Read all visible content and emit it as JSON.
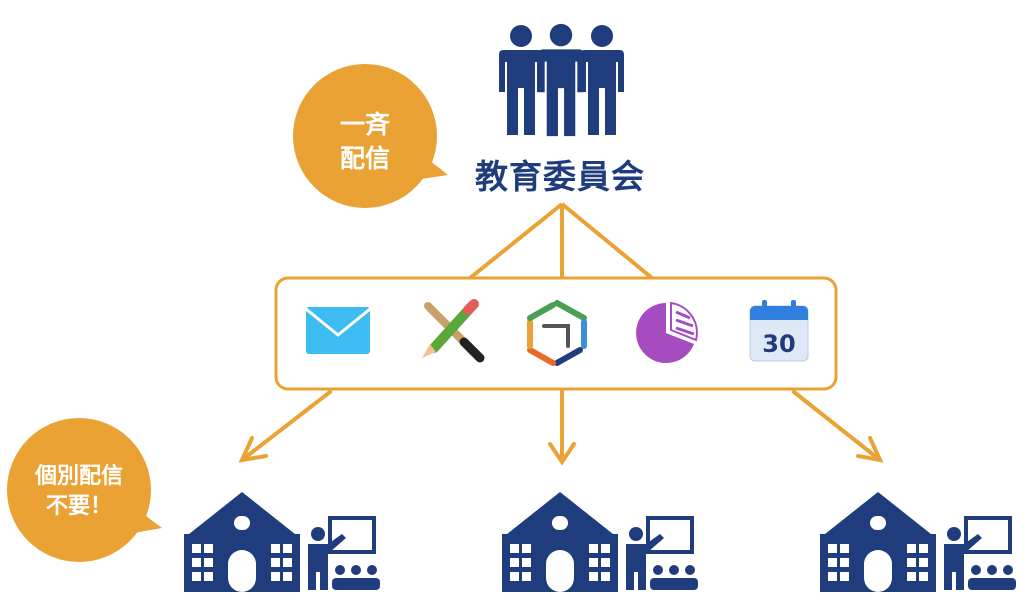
{
  "colors": {
    "navy": "#1f3c7c",
    "orange": "#e9a233",
    "mail": "#3cbcf0",
    "pie": "#a64cc0",
    "calendar_blue": "#2f7ee0"
  },
  "board": {
    "label": "教育委員会",
    "icon": "group-of-people-icon"
  },
  "bubbles": {
    "broadcast": {
      "line1": "一斉",
      "line2": "配信"
    },
    "no_individual": {
      "line1": "個別配信",
      "line2": "不要！"
    }
  },
  "tools": [
    {
      "icon": "mail-icon"
    },
    {
      "icon": "pencil-brush-icon"
    },
    {
      "icon": "cube-logo-icon"
    },
    {
      "icon": "pie-chart-icon"
    },
    {
      "icon": "calendar-icon",
      "text": "30"
    }
  ],
  "schools": [
    {
      "icon": "school-building-icon",
      "classroom_icon": "teacher-classroom-icon"
    },
    {
      "icon": "school-building-icon",
      "classroom_icon": "teacher-classroom-icon"
    },
    {
      "icon": "school-building-icon",
      "classroom_icon": "teacher-classroom-icon"
    }
  ]
}
